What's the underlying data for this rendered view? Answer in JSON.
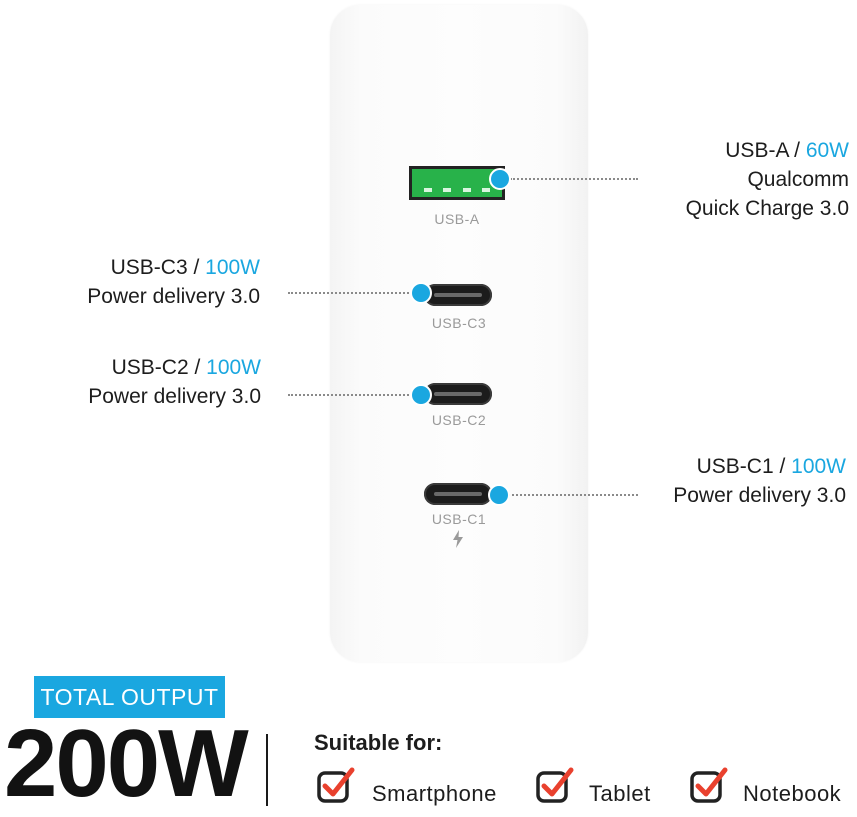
{
  "ports": {
    "usba": {
      "label": "USB-A"
    },
    "c3": {
      "label": "USB-C3"
    },
    "c2": {
      "label": "USB-C2"
    },
    "c1": {
      "label": "USB-C1"
    }
  },
  "callouts": {
    "usba": {
      "name": "USB-A /",
      "power": "60W",
      "line2": "Qualcomm",
      "line3": "Quick Charge 3.0"
    },
    "c3": {
      "name": "USB-C3 /",
      "power": "100W",
      "line2": "Power delivery 3.0"
    },
    "c2": {
      "name": "USB-C2 /",
      "power": "100W",
      "line2": "Power delivery 3.0"
    },
    "c1": {
      "name": "USB-C1 /",
      "power": "100W",
      "line2": "Power delivery 3.0"
    }
  },
  "total": {
    "badge": "TOTAL OUTPUT",
    "value": "200W"
  },
  "suitable": {
    "title": "Suitable for:",
    "devices": [
      "Smartphone",
      "Tablet",
      "Notebook"
    ]
  },
  "colors": {
    "accent": "#1aa7e0",
    "usba_port": "#28b24a",
    "check": "#e9412e"
  },
  "icons": {
    "bolt": "lightning-bolt-icon",
    "check": "checkbox-checked-icon"
  }
}
